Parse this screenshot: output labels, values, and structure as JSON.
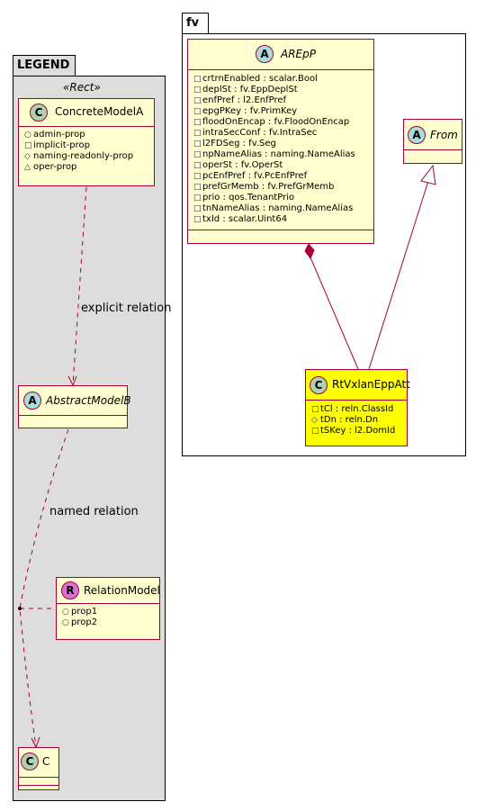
{
  "legend": {
    "title": "LEGEND",
    "stereotype": "«Rect»",
    "concrete": {
      "name": "ConcreteModelA",
      "circle": "C",
      "attrs": [
        {
          "vis": "○",
          "text": "admin-prop"
        },
        {
          "vis": "□",
          "text": "implicit-prop"
        },
        {
          "vis": "◇",
          "text": "naming-readonly-prop"
        },
        {
          "vis": "△",
          "text": "oper-prop"
        }
      ]
    },
    "abstract": {
      "name": "AbstractModelB",
      "circle": "A"
    },
    "relation": {
      "name": "RelationModel",
      "circle": "R",
      "attrs": [
        {
          "vis": "○",
          "text": "prop1"
        },
        {
          "vis": "○",
          "text": "prop2"
        }
      ]
    },
    "c_class": {
      "name": "C",
      "circle": "C"
    },
    "explicit_label": "explicit relation",
    "named_label": "named relation"
  },
  "fv": {
    "title": "fv",
    "arepp": {
      "name": "AREpP",
      "circle": "A",
      "attrs": [
        {
          "vis": "□",
          "text": "crtrnEnabled : scalar.Bool"
        },
        {
          "vis": "□",
          "text": "deplSt : fv.EppDeplSt"
        },
        {
          "vis": "□",
          "text": "enfPref : l2.EnfPref"
        },
        {
          "vis": "□",
          "text": "epgPKey : fv.PrimKey"
        },
        {
          "vis": "□",
          "text": "floodOnEncap : fv.FloodOnEncap"
        },
        {
          "vis": "□",
          "text": "intraSecConf : fv.IntraSec"
        },
        {
          "vis": "□",
          "text": "l2FDSeg : fv.Seg"
        },
        {
          "vis": "□",
          "text": "npNameAlias : naming.NameAlias"
        },
        {
          "vis": "□",
          "text": "operSt : fv.OperSt"
        },
        {
          "vis": "□",
          "text": "pcEnfPref : fv.PcEnfPref"
        },
        {
          "vis": "□",
          "text": "prefGrMemb : fv.PrefGrMemb"
        },
        {
          "vis": "□",
          "text": "prio : qos.TenantPrio"
        },
        {
          "vis": "□",
          "text": "tnNameAlias : naming.NameAlias"
        },
        {
          "vis": "□",
          "text": "txId : scalar.Uint64"
        }
      ]
    },
    "from": {
      "name": "From",
      "circle": "A"
    },
    "rtvxlan": {
      "name": "RtVxlanEppAtt",
      "circle": "C",
      "attrs": [
        {
          "vis": "□",
          "text": "tCl : reln.ClassId"
        },
        {
          "vis": "◇",
          "text": "tDn : reln.Dn"
        },
        {
          "vis": "□",
          "text": "tSKey : l2.DomId"
        }
      ]
    }
  },
  "colors": {
    "border": "#a80036",
    "class_fill": "#fefece",
    "highlight_fill": "#ffff00",
    "legend_fill": "#dddddd",
    "c_circle": "#add1b2",
    "a_circle": "#a9dcdf",
    "r_circle": "#da70d6"
  }
}
